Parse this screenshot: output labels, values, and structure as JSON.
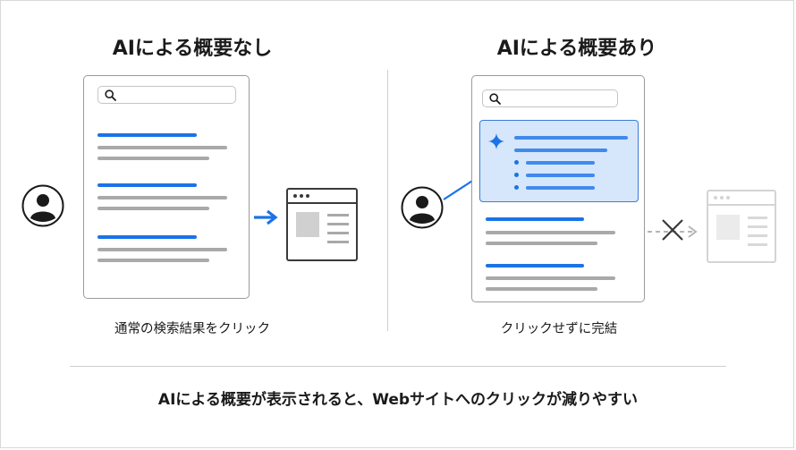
{
  "left": {
    "title": "AIによる概要なし",
    "caption": "通常の検索結果をクリック"
  },
  "right": {
    "title": "AIによる概要あり",
    "caption": "クリックせずに完結"
  },
  "footer": "AIによる概要が表示されると、Webサイトへのクリックが減りやすい",
  "icons": {
    "search": "search-icon",
    "user": "user-avatar-icon",
    "sparkle": "sparkle-icon",
    "arrow": "arrow-right-icon",
    "cross": "cross-icon",
    "browser": "browser-window-icon"
  },
  "colors": {
    "accent": "#1a73e8",
    "ai_box": "#d6e6fb",
    "line_gray": "#a9a9a9",
    "faded": "#d4d4d4"
  }
}
